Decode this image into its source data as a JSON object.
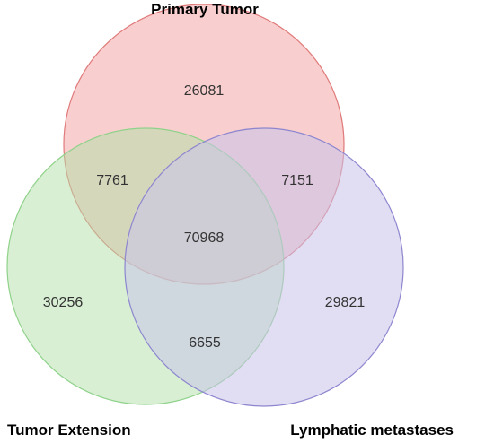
{
  "venn": {
    "sets": {
      "primary_tumor": {
        "label": "Primary Tumor",
        "color": "#f2a6a6",
        "stroke": "#e07a7a"
      },
      "tumor_extension": {
        "label": "Tumor Extension",
        "color": "#b2e0a8",
        "stroke": "#8fd28a"
      },
      "lymphatic_metastases": {
        "label": "Lymphatic metastases",
        "color": "#c8c2ea",
        "stroke": "#8d86cf"
      }
    },
    "regions": {
      "primary_only": "26081",
      "extension_only": "30256",
      "lymphatic_only": "29821",
      "primary_extension": "7761",
      "primary_lymphatic": "7151",
      "extension_lymphatic": "6655",
      "all_three": "70968"
    }
  }
}
